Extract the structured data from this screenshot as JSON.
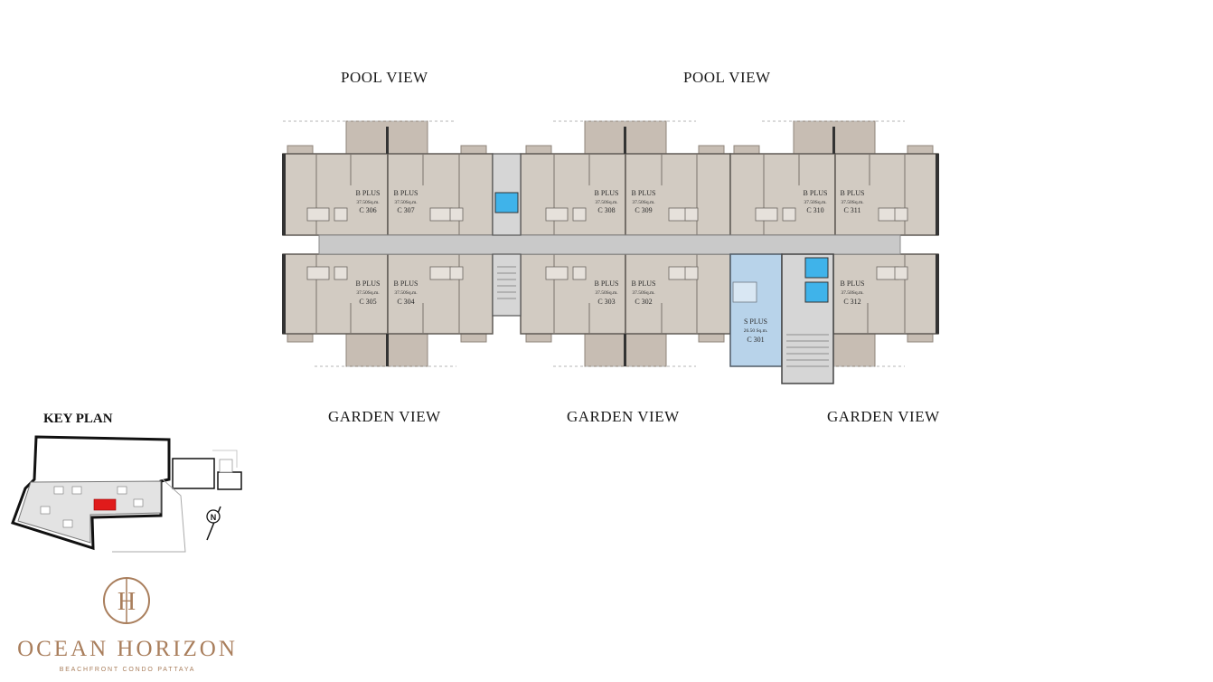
{
  "views": {
    "pool_left": "POOL VIEW",
    "pool_right": "POOL VIEW",
    "garden_left": "GARDEN VIEW",
    "garden_mid": "GARDEN VIEW",
    "garden_right": "GARDEN VIEW"
  },
  "units": [
    {
      "type": "B PLUS",
      "area": "37.50Sq.m.",
      "code": "C 306"
    },
    {
      "type": "B PLUS",
      "area": "37.50Sq.m.",
      "code": "C 307"
    },
    {
      "type": "B PLUS",
      "area": "37.50Sq.m.",
      "code": "C 308"
    },
    {
      "type": "B PLUS",
      "area": "37.50Sq.m.",
      "code": "C 309"
    },
    {
      "type": "B PLUS",
      "area": "37.50Sq.m.",
      "code": "C 310"
    },
    {
      "type": "B PLUS",
      "area": "37.50Sq.m.",
      "code": "C 311"
    },
    {
      "type": "B PLUS",
      "area": "37.50Sq.m.",
      "code": "C 305"
    },
    {
      "type": "B PLUS",
      "area": "37.50Sq.m.",
      "code": "C 304"
    },
    {
      "type": "B PLUS",
      "area": "37.50Sq.m.",
      "code": "C 303"
    },
    {
      "type": "B PLUS",
      "area": "37.50Sq.m.",
      "code": "C 302"
    },
    {
      "type": "S PLUS",
      "area": "26.50 Sq.m.",
      "code": "C 301"
    },
    {
      "type": "B PLUS",
      "area": "37.50Sq.m.",
      "code": "C 312"
    }
  ],
  "key_plan": {
    "title": "KEY PLAN",
    "north": "N"
  },
  "brand": {
    "logo_letter": "H",
    "name": "OCEAN HORIZON",
    "tagline": "BEACHFRONT CONDO PATTAYA"
  },
  "colors": {
    "unit": "#d2cbc2",
    "corridor": "#c9c9c9",
    "studio": "#b8d3ea",
    "brand": "#a97e5c",
    "highlight": "#e01b1b"
  }
}
